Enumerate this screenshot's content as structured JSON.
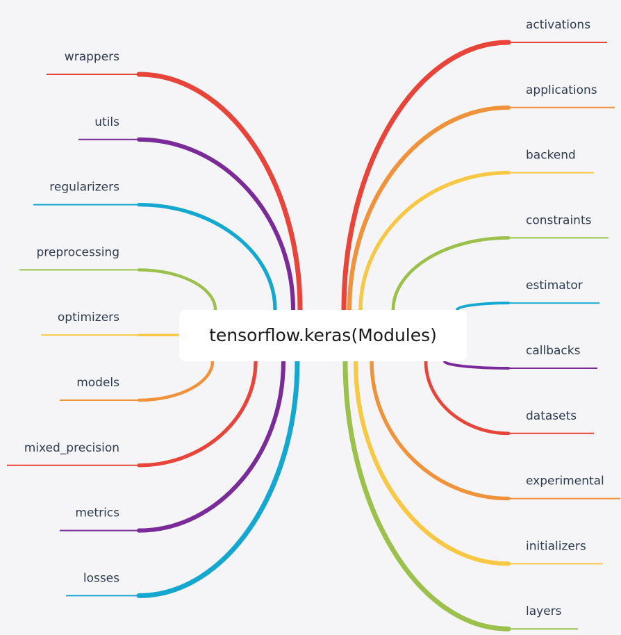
{
  "center": {
    "label": "tensorflow.keras(Modules)"
  },
  "right_branches": [
    {
      "label": "activations",
      "color": "#e8443a"
    },
    {
      "label": "applications",
      "color": "#f0923a"
    },
    {
      "label": "backend",
      "color": "#f8c844"
    },
    {
      "label": "constraints",
      "color": "#9cc04c"
    },
    {
      "label": "estimator",
      "color": "#14a8d0"
    },
    {
      "label": "callbacks",
      "color": "#7a2b98"
    },
    {
      "label": "datasets",
      "color": "#e8443a"
    },
    {
      "label": "experimental",
      "color": "#f0923a"
    },
    {
      "label": "initializers",
      "color": "#f8c844"
    },
    {
      "label": "layers",
      "color": "#9cc04c"
    }
  ],
  "left_branches": [
    {
      "label": "wrappers",
      "color": "#e8443a"
    },
    {
      "label": "utils",
      "color": "#7a2b98"
    },
    {
      "label": "regularizers",
      "color": "#14a8d0"
    },
    {
      "label": "preprocessing",
      "color": "#9cc04c"
    },
    {
      "label": "optimizers",
      "color": "#f8c844"
    },
    {
      "label": "models",
      "color": "#f0923a"
    },
    {
      "label": "mixed_precision",
      "color": "#e8443a"
    },
    {
      "label": "metrics",
      "color": "#7a2b98"
    },
    {
      "label": "losses",
      "color": "#14a8d0"
    }
  ]
}
